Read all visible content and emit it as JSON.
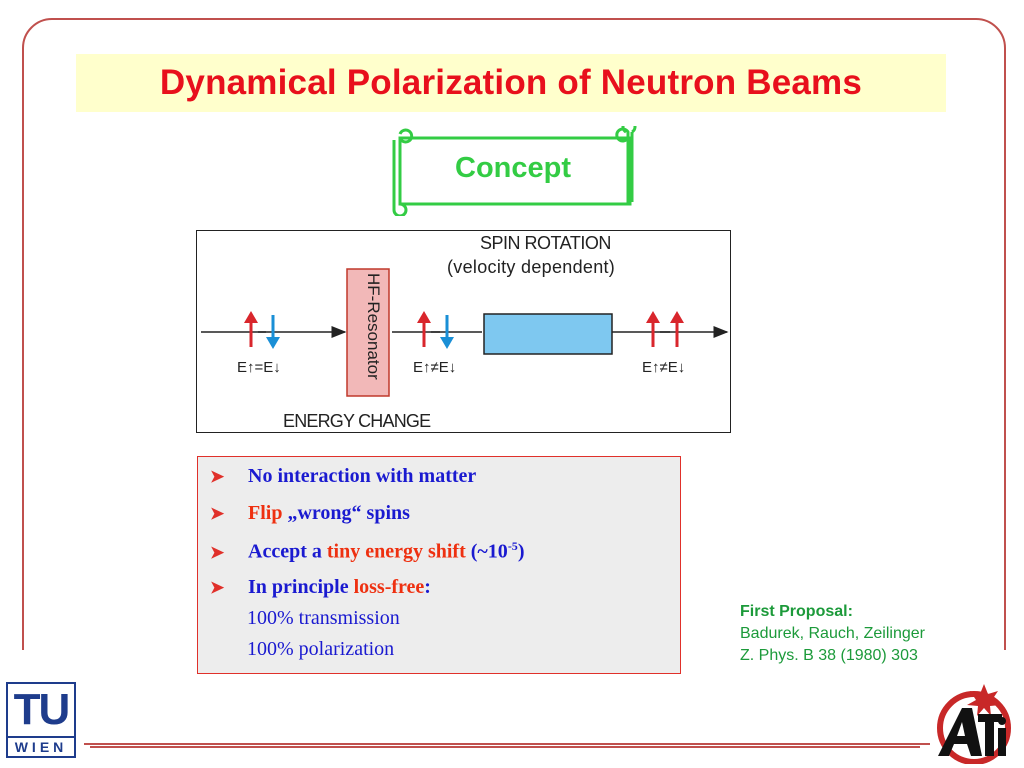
{
  "title": "Dynamical Polarization of Neutron Beams",
  "scroll_label": "Concept",
  "diagram": {
    "spin_rotation_line1": "SPIN ROTATION",
    "spin_rotation_line2": "(velocity dependent)",
    "resonator_label": "HF-Resonator",
    "energy_change": "ENERGY CHANGE",
    "eq1": "E↑=E↓",
    "eq2": "E↑≠E↓",
    "eq3": "E↑≠E↓",
    "colors": {
      "up_arrow": "#d9262c",
      "down_arrow": "#1a8fd6",
      "box_fill": "#7ec8f0",
      "resonator_fill": "#f2b8b8"
    }
  },
  "bullets": {
    "b1": "No interaction with matter",
    "b2_a": "Flip",
    "b2_b": "„wrong“ spins",
    "b3_a": "Accept a",
    "b3_b": "tiny energy shift",
    "b3_c": "(~10",
    "b3_sup": "-5",
    "b3_d": ")",
    "b4_a": "In principle",
    "b4_b": "loss-free",
    "b4_c": ":",
    "b4_line2": "100% transmission",
    "b4_line3": "100% polarization"
  },
  "reference": {
    "heading": "First Proposal:",
    "line1": "Badurek, Rauch, Zeilinger",
    "line2": "Z. Phys. B 38 (1980) 303"
  },
  "logos": {
    "tu_top": "TU",
    "tu_bottom": "WIEN",
    "ati": "ATI"
  }
}
